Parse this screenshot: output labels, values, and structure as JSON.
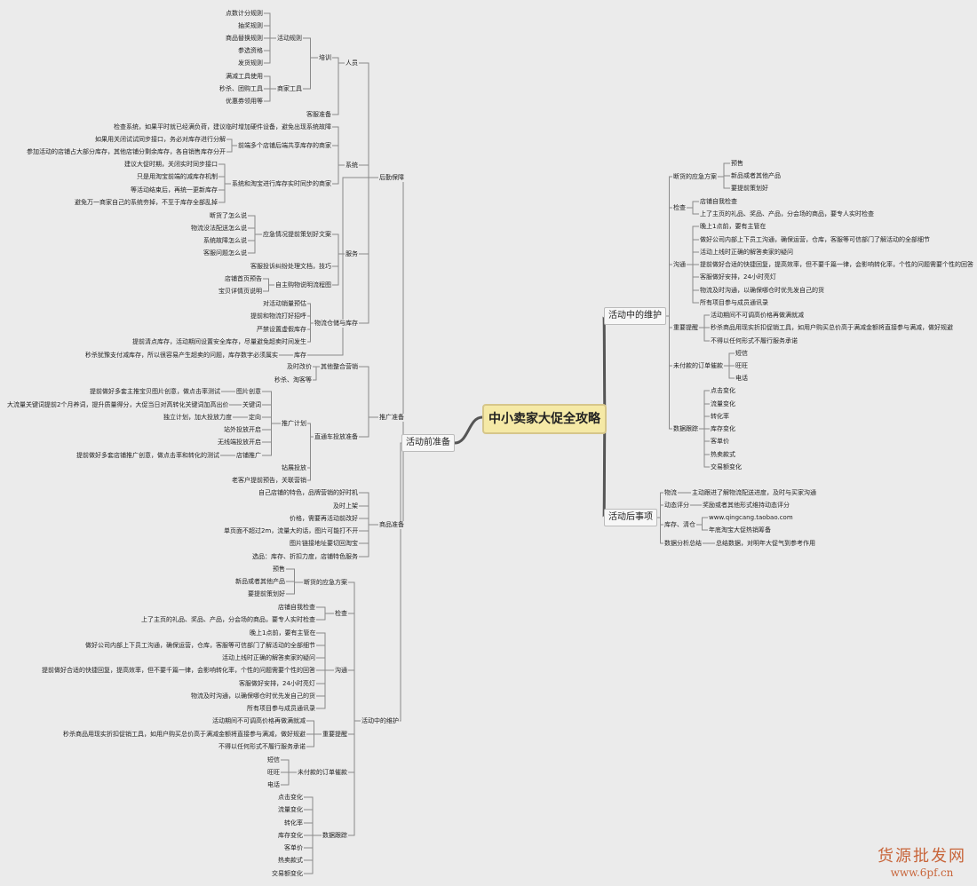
{
  "center": "中小卖家大促全攻略",
  "watermark": {
    "line1": "货源批发网",
    "line2": "www.6pf.cn"
  },
  "nodes": [
    {
      "id": "A",
      "t": "活动前准备",
      "lvl": 1
    },
    {
      "id": "B",
      "t": "活动中的维护",
      "lvl": 1
    },
    {
      "id": "C",
      "t": "活动后事项",
      "lvl": 1
    },
    {
      "id": "A1",
      "t": "后勤保障",
      "p": "A"
    },
    {
      "id": "A1a",
      "t": "人员",
      "p": "A1"
    },
    {
      "id": "A1a1",
      "t": "培训",
      "p": "A1a"
    },
    {
      "id": "A1a1a",
      "t": "活动规则",
      "p": "A1a1"
    },
    {
      "id": "n1",
      "t": "点数计分规则",
      "p": "A1a1a"
    },
    {
      "id": "n2",
      "t": "抽奖规则",
      "p": "A1a1a"
    },
    {
      "id": "n3",
      "t": "商品替换规则",
      "p": "A1a1a"
    },
    {
      "id": "n4",
      "t": "参选资格",
      "p": "A1a1a"
    },
    {
      "id": "n5",
      "t": "发货规则",
      "p": "A1a1a"
    },
    {
      "id": "A1a1b",
      "t": "商家工具",
      "p": "A1a1"
    },
    {
      "id": "n6",
      "t": "满减工具使用",
      "p": "A1a1b"
    },
    {
      "id": "n7",
      "t": "秒杀、团购工具",
      "p": "A1a1b"
    },
    {
      "id": "n8",
      "t": "优惠券领用等",
      "p": "A1a1b"
    },
    {
      "id": "n9",
      "t": "客服准备",
      "p": "A1a"
    },
    {
      "id": "A1b",
      "t": "系统",
      "p": "A1"
    },
    {
      "id": "n10",
      "t": "检查系统，如果平时就已经满负荷，建议临时增加硬件设备，避免出现系统故障",
      "p": "A1b"
    },
    {
      "id": "A1b1",
      "t": "前端多个店铺后端共享库存的商家",
      "p": "A1b"
    },
    {
      "id": "n11",
      "t": "如果用关闭试试同步接口，务必对库存进行分解",
      "p": "A1b1"
    },
    {
      "id": "n12",
      "t": "参加活动的店铺占大部分库存，其他店铺分剩余库存，各自销售库存分开",
      "p": "A1b1"
    },
    {
      "id": "A1b2",
      "t": "系统和淘宝进行库存实时同步的商家",
      "p": "A1b"
    },
    {
      "id": "n13",
      "t": "建议大促时期，关闭实时同步接口",
      "p": "A1b2"
    },
    {
      "id": "n14",
      "t": "只是用淘宝前端的减库存机制",
      "p": "A1b2"
    },
    {
      "id": "n15",
      "t": "等活动结束后，再统一更新库存",
      "p": "A1b2"
    },
    {
      "id": "n16",
      "t": "避免万一商家自己的系统夯掉，不至于库存全部乱掉",
      "p": "A1b2"
    },
    {
      "id": "A1c",
      "t": "服务",
      "p": "A1"
    },
    {
      "id": "A1c1",
      "t": "应急情况提前策划好文案",
      "p": "A1c"
    },
    {
      "id": "n17",
      "t": "断货了怎么说",
      "p": "A1c1"
    },
    {
      "id": "n18",
      "t": "物流没法配送怎么说",
      "p": "A1c1"
    },
    {
      "id": "n19",
      "t": "系统故障怎么说",
      "p": "A1c1"
    },
    {
      "id": "n20",
      "t": "客服问题怎么说",
      "p": "A1c1"
    },
    {
      "id": "n21",
      "t": "客服投诉纠纷处理文档，技巧",
      "p": "A1c"
    },
    {
      "id": "A1c2",
      "t": "自主购物说明流程图",
      "p": "A1c"
    },
    {
      "id": "n22",
      "t": "店铺首页预告",
      "p": "A1c2"
    },
    {
      "id": "n23",
      "t": "宝贝详情页说明",
      "p": "A1c2"
    },
    {
      "id": "A1d",
      "t": "物流仓储与库存",
      "p": "A1"
    },
    {
      "id": "n24",
      "t": "对活动销量预估",
      "p": "A1d"
    },
    {
      "id": "n25",
      "t": "提前和物流打好招呼",
      "p": "A1d"
    },
    {
      "id": "n26",
      "t": "严禁设置虚假库存",
      "p": "A1d"
    },
    {
      "id": "n27",
      "t": "提前清点库存，活动期间设置安全库存，尽量避免超卖时间发生",
      "p": "A1d"
    },
    {
      "id": "A1e",
      "t": "库存",
      "p": "A1"
    },
    {
      "id": "n28",
      "t": "秒杀犹豫支付减库存，所以很容易产生超卖的问题，库存数字必须属实",
      "p": "A1e"
    },
    {
      "id": "A2",
      "t": "推广准备",
      "p": "A"
    },
    {
      "id": "A2a",
      "t": "其他整合营销",
      "p": "A2"
    },
    {
      "id": "n29",
      "t": "及时改价",
      "p": "A2a"
    },
    {
      "id": "n30",
      "t": "秒杀、淘客等",
      "p": "A2a"
    },
    {
      "id": "A2b",
      "t": "直通车投放准备",
      "p": "A2"
    },
    {
      "id": "A2b1",
      "t": "推广计划",
      "p": "A2b"
    },
    {
      "id": "A2b1a",
      "t": "图片创意",
      "p": "A2b1"
    },
    {
      "id": "n31",
      "t": "提前做好多套主推宝贝图片创意，做点击率测试",
      "p": "A2b1a"
    },
    {
      "id": "A2b1b",
      "t": "关键词",
      "p": "A2b1"
    },
    {
      "id": "n32",
      "t": "大流量关键词提前2个月养词，提升质量得分，大促当日对高转化关键词加高出价",
      "p": "A2b1b"
    },
    {
      "id": "A2b1c",
      "t": "定向",
      "p": "A2b1"
    },
    {
      "id": "n33",
      "t": "独立计划，加大投放力度",
      "p": "A2b1c"
    },
    {
      "id": "n34",
      "t": "站外投放开启",
      "p": "A2b1"
    },
    {
      "id": "n35",
      "t": "无线端投放开启",
      "p": "A2b1"
    },
    {
      "id": "A2b1d",
      "t": "店铺推广",
      "p": "A2b1"
    },
    {
      "id": "n36",
      "t": "提前做好多套店铺推广创意，做点击率和转化的测试",
      "p": "A2b1d"
    },
    {
      "id": "n37",
      "t": "钻展投放",
      "p": "A2b"
    },
    {
      "id": "n38",
      "t": "老客户提前预告，关联营销",
      "p": "A2b"
    },
    {
      "id": "A3",
      "t": "商品准备",
      "p": "A"
    },
    {
      "id": "n39",
      "t": "自己店铺的特色，品牌营销的好时机",
      "p": "A3"
    },
    {
      "id": "n40",
      "t": "及时上架",
      "p": "A3"
    },
    {
      "id": "n41",
      "t": "价格，需要再活动前改好",
      "p": "A3"
    },
    {
      "id": "n42",
      "t": "单页面不超过2m，流量大的话，图片可能打不开",
      "p": "A3"
    },
    {
      "id": "n43",
      "t": "图片链接地址要切回淘宝",
      "p": "A3"
    },
    {
      "id": "n44",
      "t": "选品：库存、折扣力度，店铺特色服务",
      "p": "A3"
    },
    {
      "id": "A4",
      "t": "活动中的维护",
      "p": "A"
    },
    {
      "id": "A4a",
      "t": "断货的应急方案",
      "p": "A4"
    },
    {
      "id": "n45",
      "t": "预售",
      "p": "A4a"
    },
    {
      "id": "n46",
      "t": "新品或者其他产品",
      "p": "A4a"
    },
    {
      "id": "n47",
      "t": "要提前策划好",
      "p": "A4a"
    },
    {
      "id": "A4b",
      "t": "检查",
      "p": "A4"
    },
    {
      "id": "n48",
      "t": "店铺自我检查",
      "p": "A4b"
    },
    {
      "id": "n49",
      "t": "上了主页的礼品、奖品、产品，分会场的商品，要专人实时检查",
      "p": "A4b"
    },
    {
      "id": "A4c",
      "t": "沟通",
      "p": "A4"
    },
    {
      "id": "n50",
      "t": "晚上1点前，要有主管在",
      "p": "A4c"
    },
    {
      "id": "n51",
      "t": "做好公司内部上下员工沟通，确保运营，仓库，客服等可信部门了解活动的全部细节",
      "p": "A4c"
    },
    {
      "id": "n52",
      "t": "活动上线时正确的解答卖家的疑问",
      "p": "A4c"
    },
    {
      "id": "n53",
      "t": "提前做好合适的快捷回复，提高效率，但不要千篇一律，会影响转化率，个性的问题需要个性的回答",
      "p": "A4c"
    },
    {
      "id": "n54",
      "t": "客服做好安排，24小时亮灯",
      "p": "A4c"
    },
    {
      "id": "n55",
      "t": "物流及时沟通，以确保哪仓时优先发自己的货",
      "p": "A4c"
    },
    {
      "id": "n56",
      "t": "所有项目参与成员通讯录",
      "p": "A4c"
    },
    {
      "id": "A4d",
      "t": "重要提醒",
      "p": "A4"
    },
    {
      "id": "n57",
      "t": "活动期间不可调高价格再做满就减",
      "p": "A4d"
    },
    {
      "id": "n58",
      "t": "秒杀商品用现实折扣促销工具，如用户购买总价高于满减金额将直接参与满减，做好规避",
      "p": "A4d"
    },
    {
      "id": "n59",
      "t": "不得以任何形式不履行服务承诺",
      "p": "A4d"
    },
    {
      "id": "A4e",
      "t": "未付款的订单催款",
      "p": "A4"
    },
    {
      "id": "n60",
      "t": "短信",
      "p": "A4e"
    },
    {
      "id": "n61",
      "t": "旺旺",
      "p": "A4e"
    },
    {
      "id": "n62",
      "t": "电话",
      "p": "A4e"
    },
    {
      "id": "A4f",
      "t": "数据跟踪",
      "p": "A4"
    },
    {
      "id": "n63",
      "t": "点击变化",
      "p": "A4f"
    },
    {
      "id": "n64",
      "t": "流量变化",
      "p": "A4f"
    },
    {
      "id": "n65",
      "t": "转化率",
      "p": "A4f"
    },
    {
      "id": "n66",
      "t": "库存变化",
      "p": "A4f"
    },
    {
      "id": "n67",
      "t": "客单价",
      "p": "A4f"
    },
    {
      "id": "n68",
      "t": "热卖款式",
      "p": "A4f"
    },
    {
      "id": "n69",
      "t": "交易额变化",
      "p": "A4f"
    },
    {
      "id": "B1",
      "t": "断货的应急方案",
      "p": "B"
    },
    {
      "id": "m1",
      "t": "预售",
      "p": "B1"
    },
    {
      "id": "m2",
      "t": "新品或者其他产品",
      "p": "B1"
    },
    {
      "id": "m3",
      "t": "要提前策划好",
      "p": "B1"
    },
    {
      "id": "B2",
      "t": "检查",
      "p": "B"
    },
    {
      "id": "m4",
      "t": "店铺自我检查",
      "p": "B2"
    },
    {
      "id": "m5",
      "t": "上了主页的礼品、奖品、产品，分会场的商品，要专人实时检查",
      "p": "B2"
    },
    {
      "id": "B3",
      "t": "沟通",
      "p": "B"
    },
    {
      "id": "m6",
      "t": "晚上1点前，要有主管在",
      "p": "B3"
    },
    {
      "id": "m7",
      "t": "做好公司内部上下员工沟通，确保运营，仓库，客服等可信部门了解活动的全部细节",
      "p": "B3"
    },
    {
      "id": "m8",
      "t": "活动上线时正确的解答卖家的疑问",
      "p": "B3"
    },
    {
      "id": "m9",
      "t": "提前做好合适的快捷回复，提高效率，但不要千篇一律，会影响转化率，个性的问题需要个性的回答",
      "p": "B3"
    },
    {
      "id": "m10",
      "t": "客服做好安排，24小时亮灯",
      "p": "B3"
    },
    {
      "id": "m11",
      "t": "物流及时沟通，以确保哪仓时优先发自己的货",
      "p": "B3"
    },
    {
      "id": "m12",
      "t": "所有项目参与成员通讯录",
      "p": "B3"
    },
    {
      "id": "B4",
      "t": "重要提醒",
      "p": "B"
    },
    {
      "id": "m13",
      "t": "活动期间不可调高价格再做满就减",
      "p": "B4"
    },
    {
      "id": "m14",
      "t": "秒杀商品用现实折扣促销工具，如用户购买总价高于满减金额将直接参与满减，做好规避",
      "p": "B4"
    },
    {
      "id": "m15",
      "t": "不得以任何形式不履行服务承诺",
      "p": "B4"
    },
    {
      "id": "B5",
      "t": "未付款的订单催款",
      "p": "B"
    },
    {
      "id": "m16",
      "t": "短信",
      "p": "B5"
    },
    {
      "id": "m17",
      "t": "旺旺",
      "p": "B5"
    },
    {
      "id": "m18",
      "t": "电话",
      "p": "B5"
    },
    {
      "id": "B6",
      "t": "数据跟踪",
      "p": "B"
    },
    {
      "id": "m19",
      "t": "点击变化",
      "p": "B6"
    },
    {
      "id": "m20",
      "t": "流量变化",
      "p": "B6"
    },
    {
      "id": "m21",
      "t": "转化率",
      "p": "B6"
    },
    {
      "id": "m22",
      "t": "库存变化",
      "p": "B6"
    },
    {
      "id": "m23",
      "t": "客单价",
      "p": "B6"
    },
    {
      "id": "m24",
      "t": "热卖款式",
      "p": "B6"
    },
    {
      "id": "m25",
      "t": "交易额变化",
      "p": "B6"
    },
    {
      "id": "C1",
      "t": "物流",
      "p": "C"
    },
    {
      "id": "k1",
      "t": "主动跟进了解物流配送进度，及时与买家沟通",
      "p": "C1"
    },
    {
      "id": "C2",
      "t": "动态评分",
      "p": "C"
    },
    {
      "id": "k2",
      "t": "奖励或者其他形式维持动态评分",
      "p": "C2"
    },
    {
      "id": "C3",
      "t": "库存、清仓",
      "p": "C"
    },
    {
      "id": "k3",
      "t": "www.qingcang.taobao.com",
      "p": "C3"
    },
    {
      "id": "k4",
      "t": "年底淘宝大促热销筹备",
      "p": "C3"
    },
    {
      "id": "C4",
      "t": "数据分析总结",
      "p": "C"
    },
    {
      "id": "k5",
      "t": "总结数据，对明年大促气到参考作用",
      "p": "C4"
    }
  ]
}
